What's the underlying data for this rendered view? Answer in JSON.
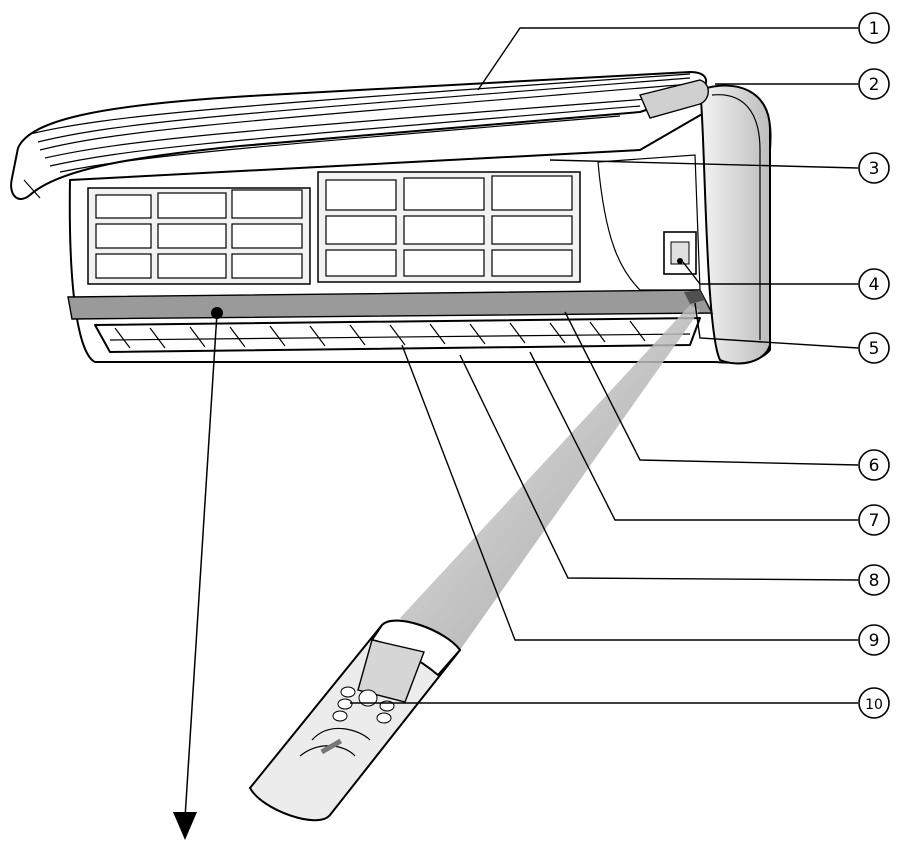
{
  "callouts": [
    {
      "id": "1",
      "glyph": "①"
    },
    {
      "id": "2",
      "glyph": "②"
    },
    {
      "id": "3",
      "glyph": "③"
    },
    {
      "id": "4",
      "glyph": "④"
    },
    {
      "id": "5",
      "glyph": "⑤"
    },
    {
      "id": "6",
      "glyph": "⑥"
    },
    {
      "id": "7",
      "glyph": "⑦"
    },
    {
      "id": "8",
      "glyph": "⑧"
    },
    {
      "id": "9",
      "glyph": "⑨"
    },
    {
      "id": "10",
      "glyph": "⑩"
    }
  ],
  "colors": {
    "line": "#000000",
    "body_fill": "#ffffff",
    "shade_light": "#e6e6e6",
    "shade_mid": "#c8c8c8",
    "display_strip": "#9a9a9a",
    "remote_body": "#ececec",
    "beam": "#b0b0b0"
  }
}
